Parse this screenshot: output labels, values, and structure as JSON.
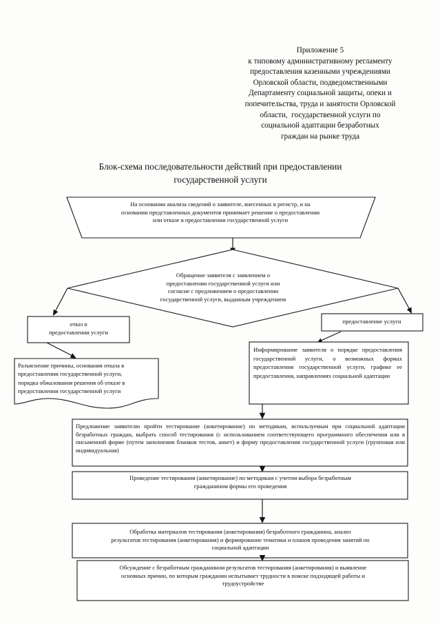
{
  "document": {
    "header_lines": [
      "Приложение 5",
      "к типовому административному регламенту",
      "предоставления казенными учреждениями",
      "Орловской области, подведомственными",
      "Департаменту социальной защиты, опеки и",
      "попечительства, труда и занятости Орловской",
      "области,  государственной услуги по",
      "социальной адаптации безработных",
      "граждан на рынке труда"
    ],
    "title_lines": [
      "Блок-схема последовательности действий при предоставлении",
      "государственной услуги"
    ],
    "page_background": "#fdfdfb",
    "ink_color": "#121212"
  },
  "flowchart": {
    "type": "flowchart",
    "nodes": [
      {
        "id": "basis",
        "shape": "trapezoid",
        "lines": [
          "На основании анализа сведений о заявителе, внесенных в регистр, и на",
          "основании представленных документов принимает решение о предоставлении",
          "или отказе в предоставлении государственной услуги"
        ]
      },
      {
        "id": "decision",
        "shape": "diamond",
        "lines": [
          "Обращение заявителя с заявлением о",
          "предоставлении государственной услуги или",
          "согласие с предложением о предоставлении",
          "государственной услуги, выданным учреждением"
        ]
      },
      {
        "id": "refusal",
        "shape": "rect",
        "lines": [
          "отказ в",
          "предоставлении услуги"
        ]
      },
      {
        "id": "provide",
        "shape": "rect",
        "lines": [
          "предоставление услуги"
        ]
      },
      {
        "id": "explanation",
        "shape": "document",
        "lines": [
          "Разъяснение  причины, основания отказа в",
          "предоставлении государственной услуги,",
          "порядка обжалования решения об отказе в",
          "предоставлении государственной услуги"
        ]
      },
      {
        "id": "informing",
        "shape": "rect",
        "text": "Информирование заявителя о порядке предоставления государственной услуги, о возможных формах предоставления государственной услуги, графике ее предоставления, направлениях социальной адаптации"
      },
      {
        "id": "offer-testing",
        "shape": "rect",
        "text": "Предложение заявителю пройти тестирование (анкетирование) по методикам, используемым при социальной адаптации безработных граждан, выбрать способ тестирования (с использованием соответствующего программного обеспечения или в письменной форме (путем заполнения бланков тестов, анкет) и форму предоставления государственной услуги  (групповая или индивидуальная)"
      },
      {
        "id": "conduct-testing",
        "shape": "rect",
        "lines": [
          "Проведение тестирования (анкетирование) по методикам с учетом выбора безработным",
          "гражданином формы его проведения"
        ]
      },
      {
        "id": "process-materials",
        "shape": "rect",
        "lines": [
          "Обработка материалов тестирования (анкетирования) безработного гражданина, анализ",
          "результатов тестирования (анкетирования) и формирование тематики и планов проведения занятий по",
          "социальной адаптации"
        ]
      },
      {
        "id": "discussion",
        "shape": "rect",
        "lines": [
          "Обсуждение с безработным гражданином результатов тестирования (анкетирования) и выявление",
          "основных причин, по которым гражданин испытывает трудности в поиске подходящей работы и",
          "трудоустройстве"
        ]
      }
    ],
    "edges": [
      {
        "from": "basis",
        "to": "decision",
        "kind": "arrow-down"
      },
      {
        "from": "decision",
        "to": "refusal",
        "kind": "arrow-diagonal-left"
      },
      {
        "from": "decision",
        "to": "provide",
        "kind": "arrow-diagonal-right"
      },
      {
        "from": "refusal",
        "to": "explanation",
        "kind": "arrow-diagonal-right"
      },
      {
        "from": "provide",
        "to": "informing",
        "kind": "arrow-diagonal-left"
      },
      {
        "from": "informing",
        "to": "offer-testing",
        "kind": "arrow-down"
      },
      {
        "from": "offer-testing",
        "to": "conduct-testing",
        "kind": "arrow-down"
      },
      {
        "from": "conduct-testing",
        "to": "process-materials",
        "kind": "arrow-down"
      },
      {
        "from": "process-materials",
        "to": "discussion",
        "kind": "arrow-down"
      }
    ]
  }
}
